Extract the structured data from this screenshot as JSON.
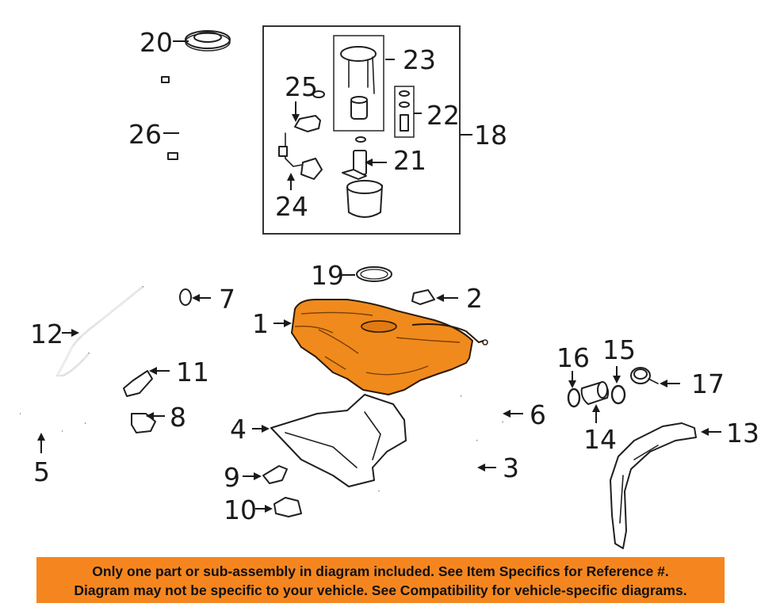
{
  "callouts": {
    "c1": "1",
    "c2": "2",
    "c3": "3",
    "c4": "4",
    "c5": "5",
    "c6": "6",
    "c7": "7",
    "c8": "8",
    "c9": "9",
    "c10": "10",
    "c11": "11",
    "c12": "12",
    "c13": "13",
    "c14": "14",
    "c15": "15",
    "c16": "16",
    "c17": "17",
    "c18": "18",
    "c19": "19",
    "c20": "20",
    "c21": "21",
    "c22": "22",
    "c23": "23",
    "c24": "24",
    "c25": "25",
    "c26": "26"
  },
  "banner": {
    "line1": "Only one part or sub-assembly in diagram included. See Item Specifics for Reference #.",
    "line2": "Diagram may not be specific to your vehicle. See Compatibility for vehicle-specific diagrams."
  },
  "colors": {
    "highlight": "#f08a1c",
    "banner_bg": "#f5861f",
    "line": "#1f1f1f"
  }
}
